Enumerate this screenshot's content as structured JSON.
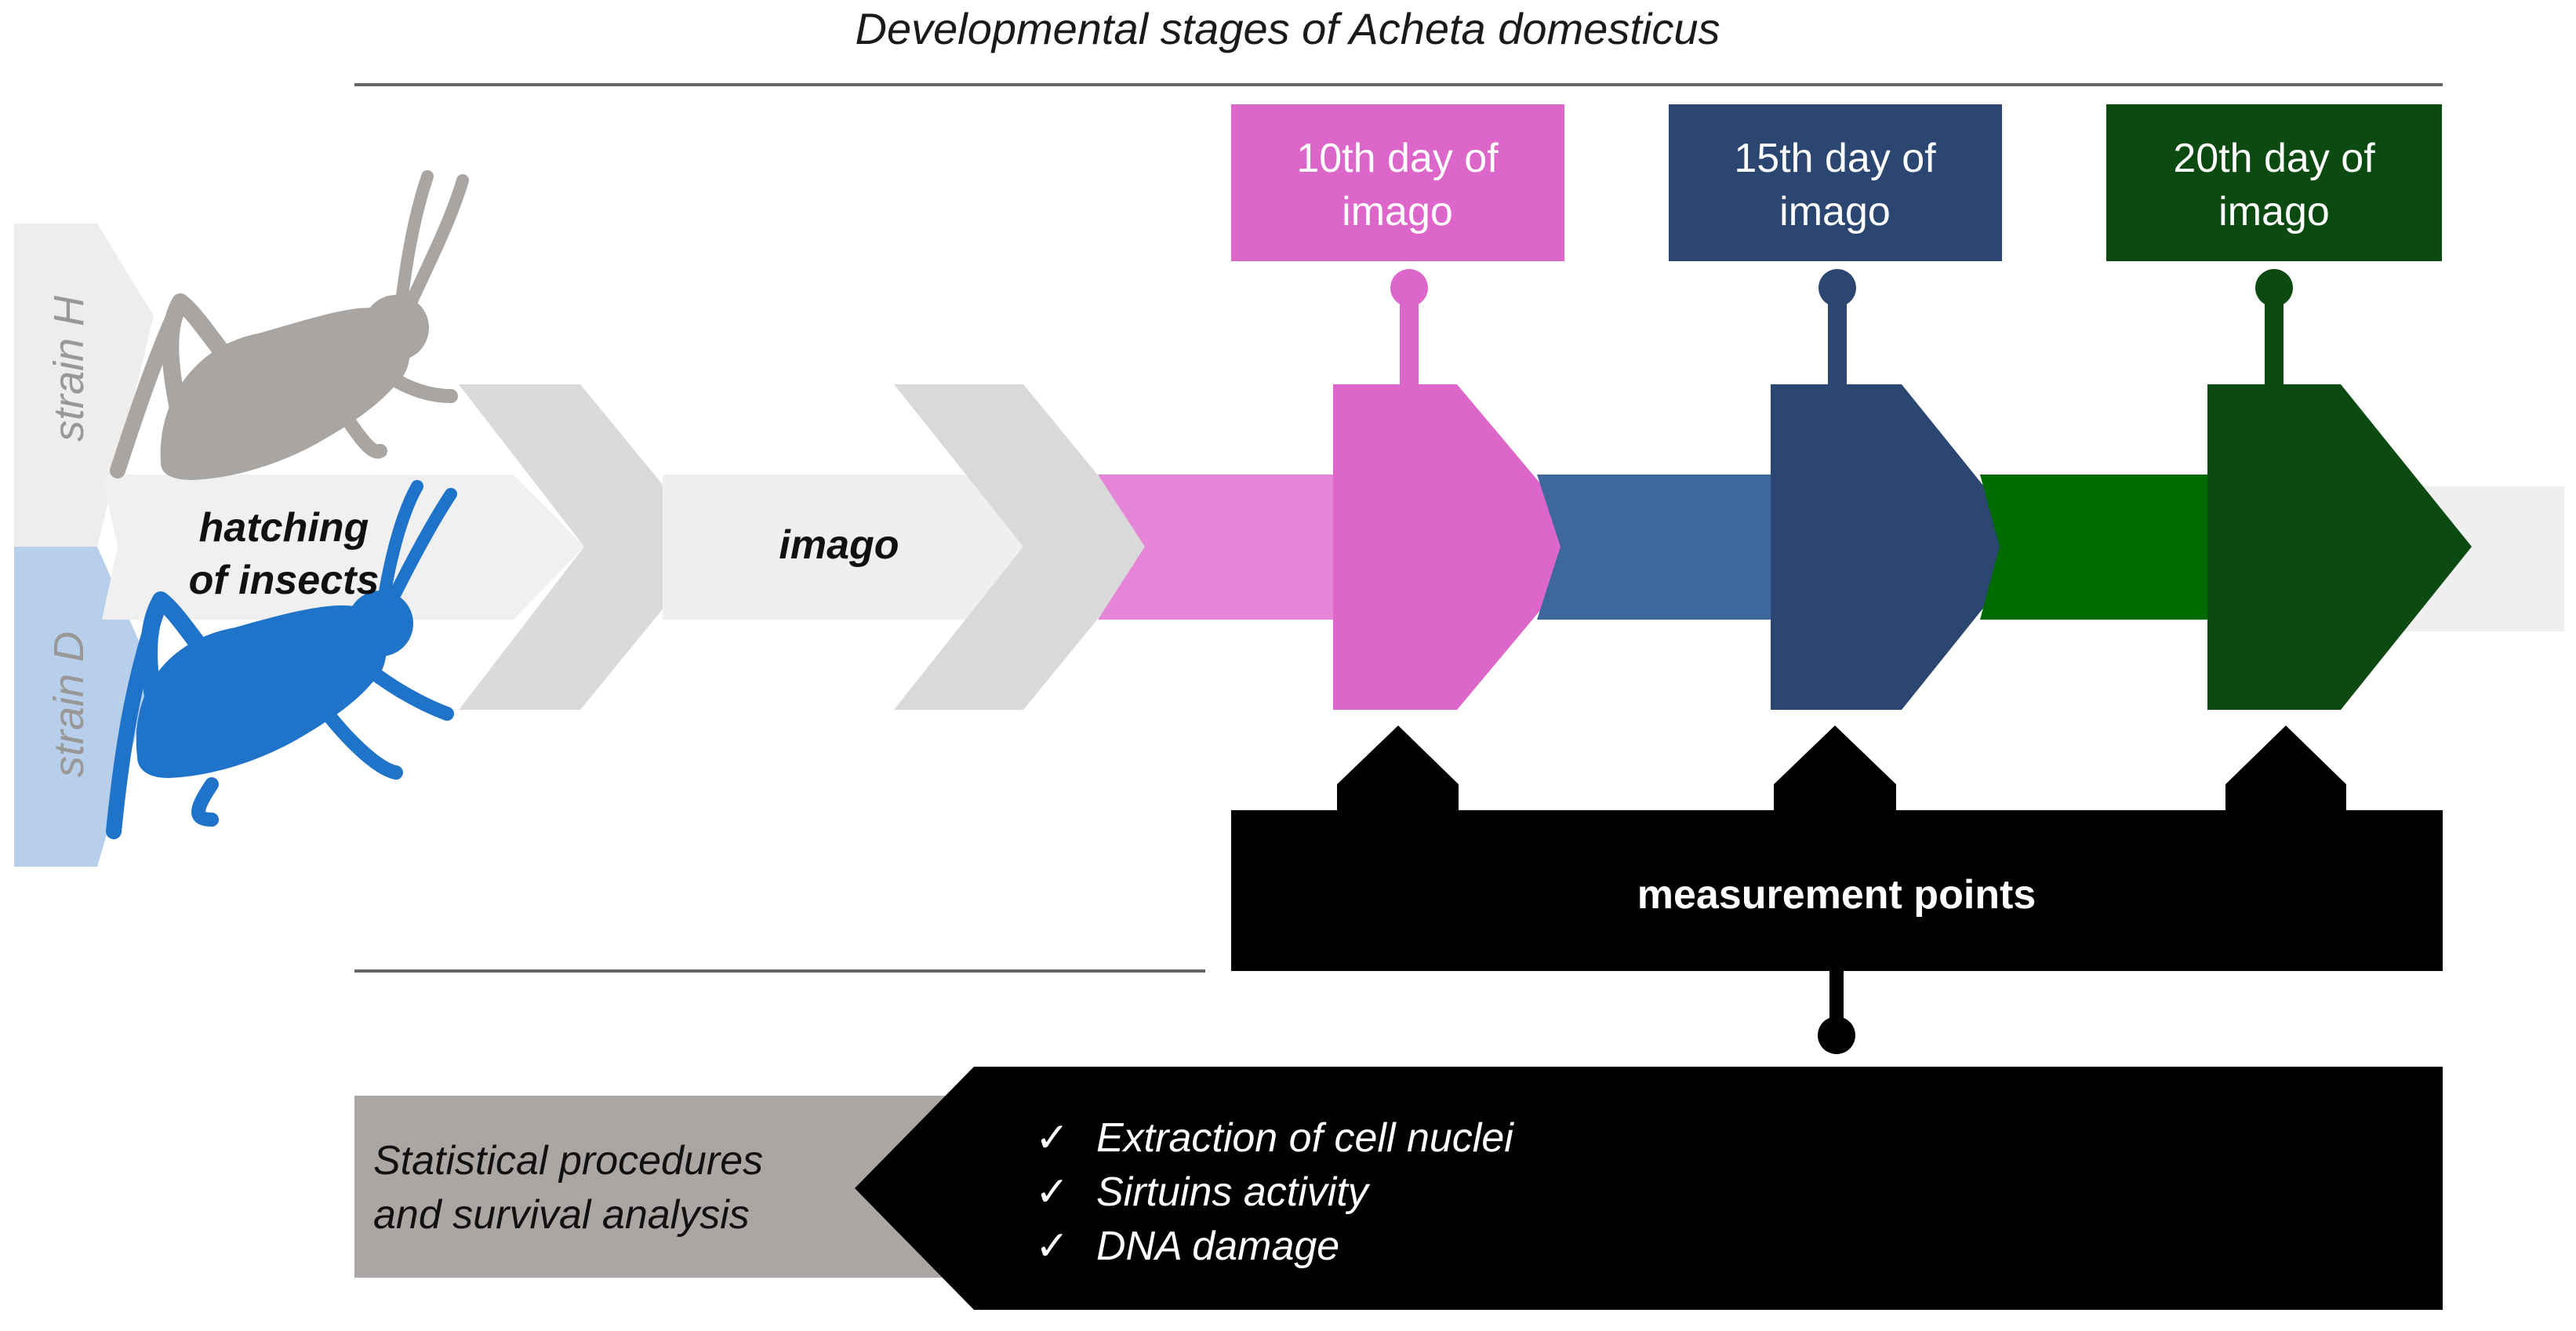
{
  "title": "Developmental stages of Acheta domesticus",
  "strains": [
    {
      "label": "strain H",
      "color": "#a8a5a3"
    },
    {
      "label": "strain D",
      "color": "#1f74c9"
    }
  ],
  "stages": {
    "hatching_line1": "hatching",
    "hatching_line2": "of insects",
    "imago": "imago"
  },
  "timepoints": [
    {
      "line1": "10th day of",
      "line2": "imago",
      "color": "#dc66c9"
    },
    {
      "line1": "15th day of",
      "line2": "imago",
      "color": "#2b4670"
    },
    {
      "line1": "20th day of",
      "line2": "imago",
      "color": "#0b4a10"
    }
  ],
  "measurement": {
    "label": "measurement points"
  },
  "analyses": {
    "statistics_line1": "Statistical procedures",
    "statistics_line2": "and survival analysis",
    "check_mark": "✓",
    "items": [
      "Extraction of cell nuclei",
      "Sirtuins activity",
      "DNA damage"
    ]
  }
}
